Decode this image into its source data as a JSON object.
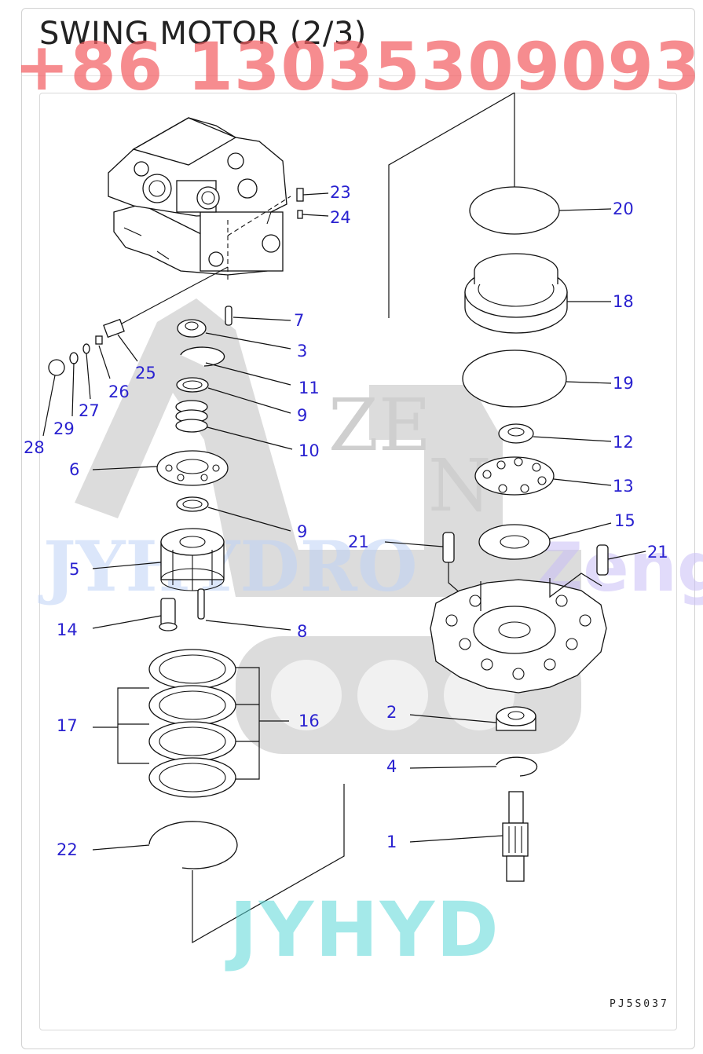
{
  "title": "SWING MOTOR (2/3)",
  "drawing_code": "PJ5S037",
  "watermarks": {
    "phone": "+86 13035309093",
    "ze": "ZE",
    "n": "N",
    "left_blue": "JYHYDRO",
    "right_purple": "Zeng",
    "bottom_cyan": "JYHYD"
  },
  "callouts": {
    "p1": "1",
    "p2": "2",
    "p3": "3",
    "p4": "4",
    "p5": "5",
    "p6": "6",
    "p7": "7",
    "p8": "8",
    "p9a": "9",
    "p9b": "9",
    "p10": "10",
    "p11": "11",
    "p12": "12",
    "p13": "13",
    "p14": "14",
    "p15": "15",
    "p16": "16",
    "p17": "17",
    "p18": "18",
    "p19": "19",
    "p20": "20",
    "p21a": "21",
    "p21b": "21",
    "p22": "22",
    "p23": "23",
    "p24": "24",
    "p25": "25",
    "p26": "26",
    "p27": "27",
    "p28": "28",
    "p29": "29"
  },
  "colors": {
    "callout": "#2a22d0",
    "phone_watermark": "#f25f64",
    "cyan_watermark": "#5ad7d7"
  }
}
